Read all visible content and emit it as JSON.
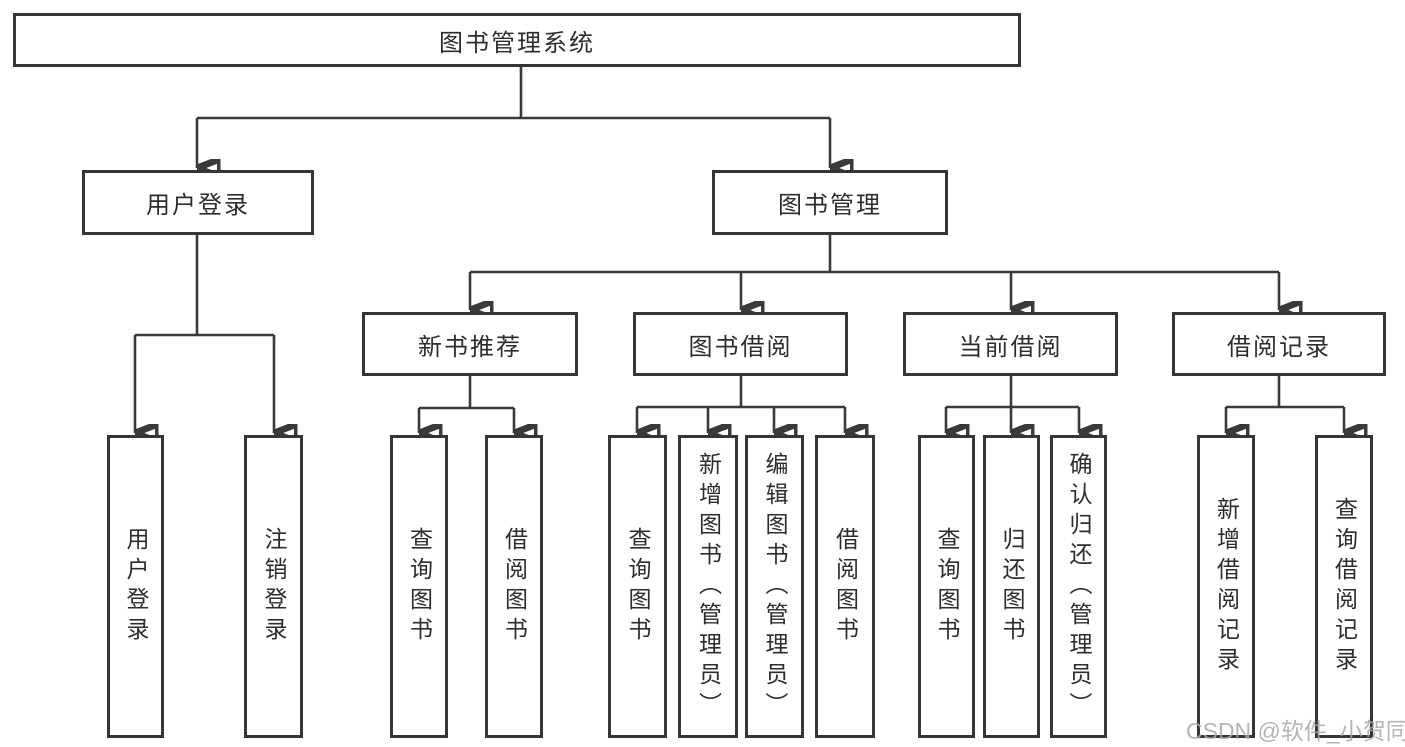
{
  "diagram": {
    "root_label": "图书管理系统",
    "user_login": {
      "label": "用户登录",
      "leaves": [
        "用户登录",
        "注销登录"
      ]
    },
    "book_management": {
      "label": "图书管理",
      "groups": [
        {
          "label": "新书推荐",
          "leaves": [
            "查询图书",
            "借阅图书"
          ]
        },
        {
          "label": "图书借阅",
          "leaves": [
            "查询图书",
            "新增图书（管理员）",
            "编辑图书（管理员）",
            "借阅图书"
          ]
        },
        {
          "label": "当前借阅",
          "leaves": [
            "查询图书",
            "归还图书",
            "确认归还（管理员）"
          ]
        },
        {
          "label": "借阅记录",
          "leaves": [
            "新增借阅记录",
            "查询借阅记录"
          ]
        }
      ]
    }
  },
  "watermark": "CSDN @软件_小贺同学",
  "colors": {
    "line": "#3a3a3c",
    "border": "#353538",
    "text": "#2d2d30",
    "watermark_text": "#a9a9a9",
    "background": "#ffffff"
  }
}
